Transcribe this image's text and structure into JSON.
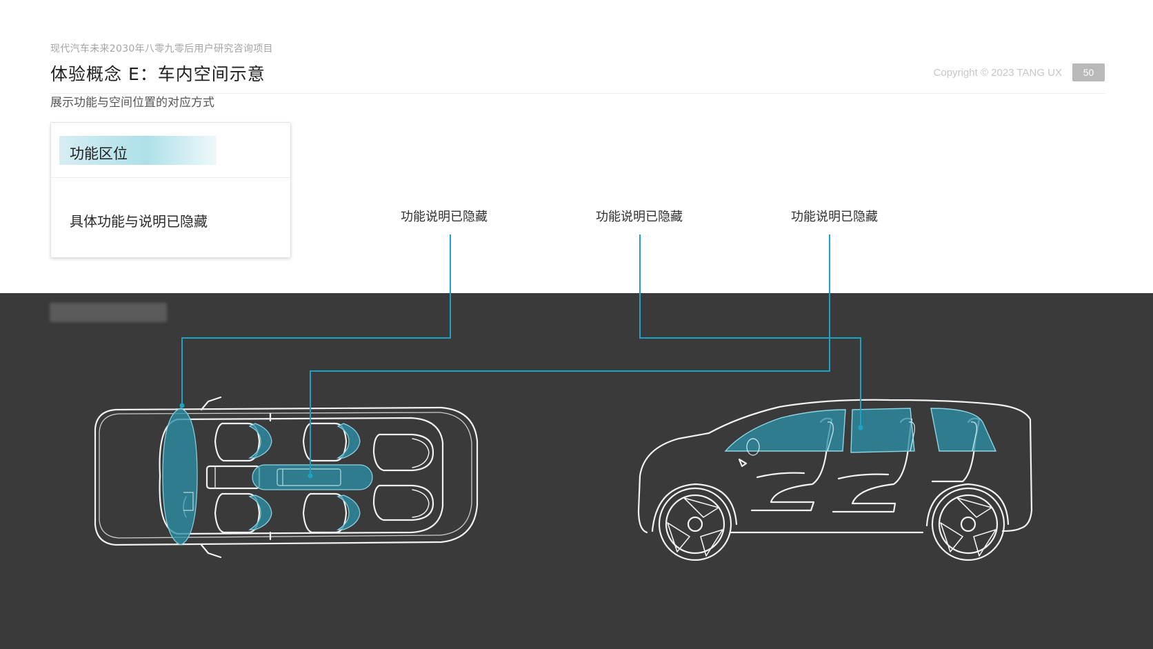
{
  "header": {
    "project": "现代汽车未来2030年八零九零后用户研究咨询项目",
    "title": "体验概念 E：车内空间示意",
    "subtitle": "展示功能与空间位置的对应方式",
    "copyright": "Copyright © 2023 TANG UX",
    "page_number": "50"
  },
  "legend": {
    "chip_label": "功能区位",
    "description": "具体功能与说明已隐藏"
  },
  "callouts": [
    {
      "label": "功能说明已隐藏"
    },
    {
      "label": "功能说明已隐藏"
    },
    {
      "label": "功能说明已隐藏"
    }
  ],
  "colors": {
    "accent_line": "#1ba3c6",
    "highlight_fill": "#2b8fa6",
    "dark_panel": "#3a3a3a",
    "car_outline": "#f2f2f2"
  }
}
